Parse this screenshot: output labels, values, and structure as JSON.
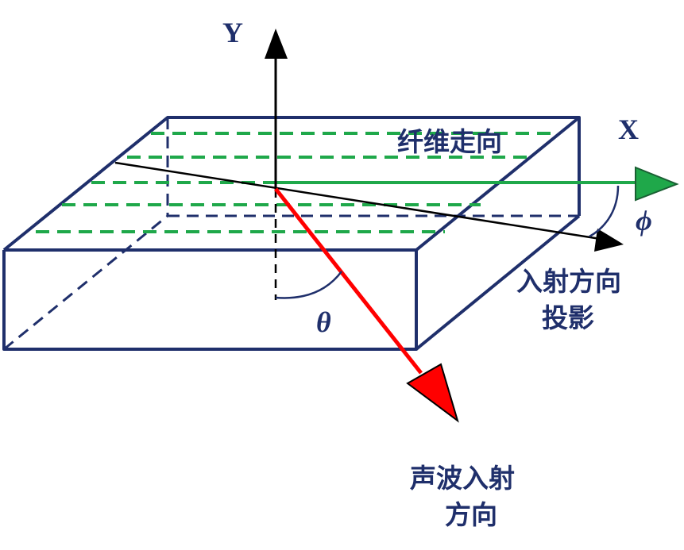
{
  "labels": {
    "y_axis": "Y",
    "x_axis": "X",
    "fiber": "纤维走向",
    "projection_line1": "入射方向",
    "projection_line2": "投影",
    "incident_line1": "声波入射",
    "incident_line2": "方向",
    "theta": "θ",
    "phi": "ϕ"
  },
  "colors": {
    "box": "#1f2f6b",
    "fiber": "#1fa84a",
    "incident": "#ff0000",
    "axis": "#000000",
    "text": "#1f2f6b"
  }
}
